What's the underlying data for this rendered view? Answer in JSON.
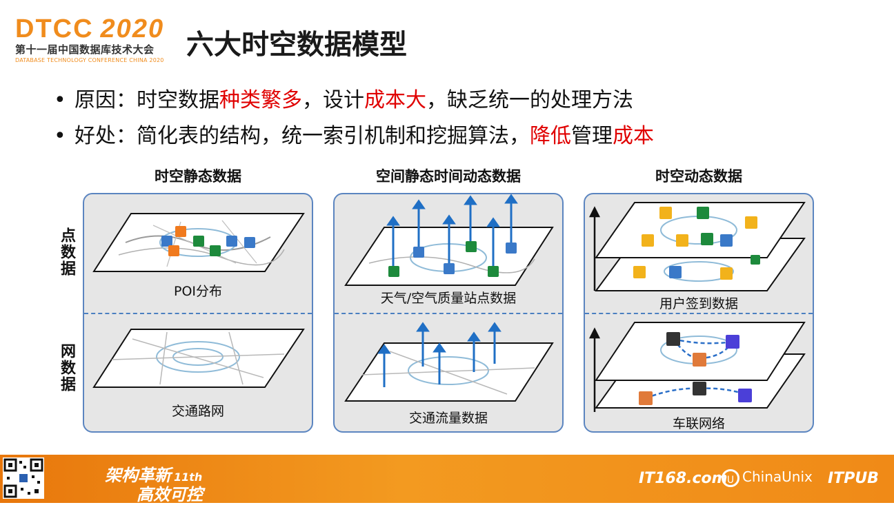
{
  "header": {
    "brand": "DTCC",
    "year": "2020",
    "conference_cn": "第十一届中国数据库技术大会",
    "conference_en": "DATABASE TECHNOLOGY CONFERENCE CHINA 2020",
    "title": "六大时空数据模型"
  },
  "bullets": [
    {
      "parts": [
        "原因：时空数据",
        "种类繁多",
        "，设计",
        "成本大",
        "，缺乏统一的处理方法"
      ]
    },
    {
      "parts": [
        "好处：简化表的结构，统一索引机制和挖掘算法，",
        "降低",
        "管理",
        "成本"
      ]
    }
  ],
  "bullet_symbol": "•",
  "columns": [
    {
      "heading": "时空静态数据",
      "top_caption": "POI分布",
      "bottom_caption": "交通路网"
    },
    {
      "heading": "空间静态时间动态数据",
      "top_caption": "天气/空气质量站点数据",
      "bottom_caption": "交通流量数据"
    },
    {
      "heading": "时空动态数据",
      "top_caption": "用户签到数据",
      "bottom_caption": "车联网络"
    }
  ],
  "row_labels": {
    "point": "点数据",
    "network": "网数据"
  },
  "colors": {
    "accent": "#f08c1d",
    "highlight": "#e00000",
    "panel_border": "#5b85c0",
    "footer": "#f08a17"
  },
  "footer": {
    "slogan_line1": "架构革新",
    "slogan_edition": "11th",
    "slogan_line2": "高效可控",
    "sponsors": [
      "IT168.com",
      "ChinaUnix",
      "ITPUB"
    ]
  }
}
